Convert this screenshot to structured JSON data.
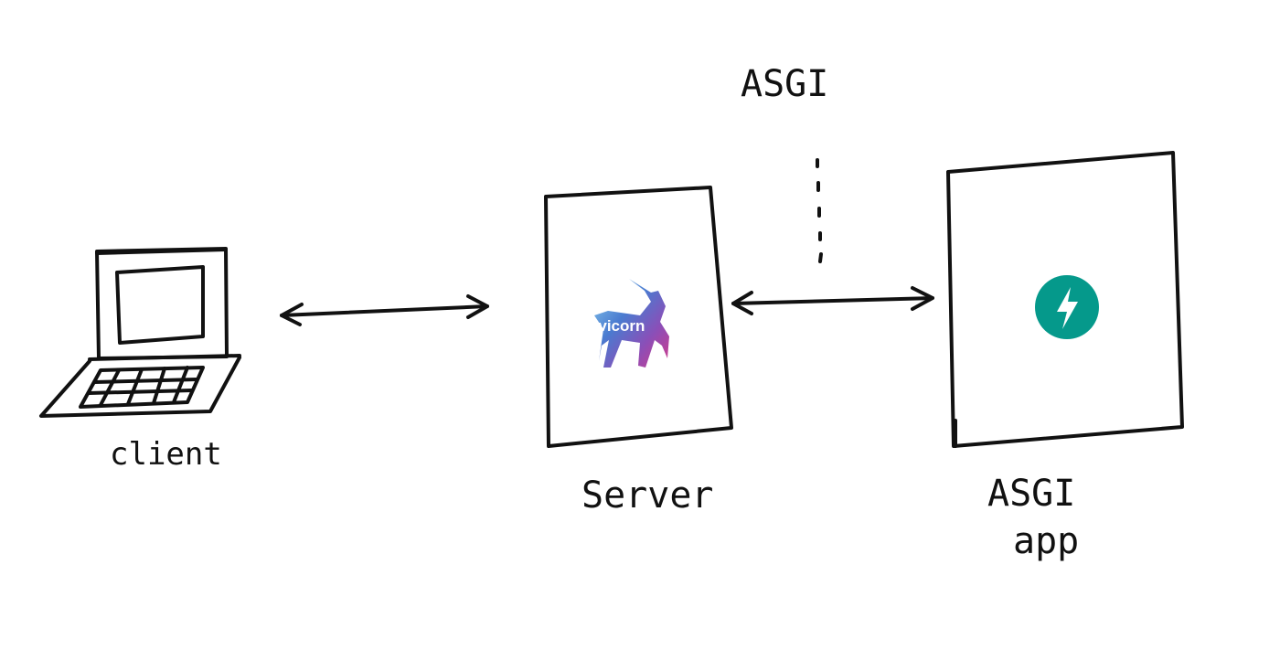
{
  "labels": {
    "client": "client",
    "server": "Server",
    "asgi_top": "ASGI",
    "asgi_app_line1": "ASGI",
    "asgi_app_line2": "app",
    "uvicorn_logo_text": "uvicorn"
  },
  "icons": {
    "client": "laptop-icon",
    "server_logo": "uvicorn-unicorn-logo",
    "app_logo": "fastapi-lightning-logo"
  },
  "colors": {
    "ink": "#111111",
    "fastapi_teal": "#05998b",
    "uvicorn_blue": "#4a7bd0",
    "uvicorn_purple": "#8a4fb8",
    "uvicorn_pink": "#d23a8a"
  }
}
